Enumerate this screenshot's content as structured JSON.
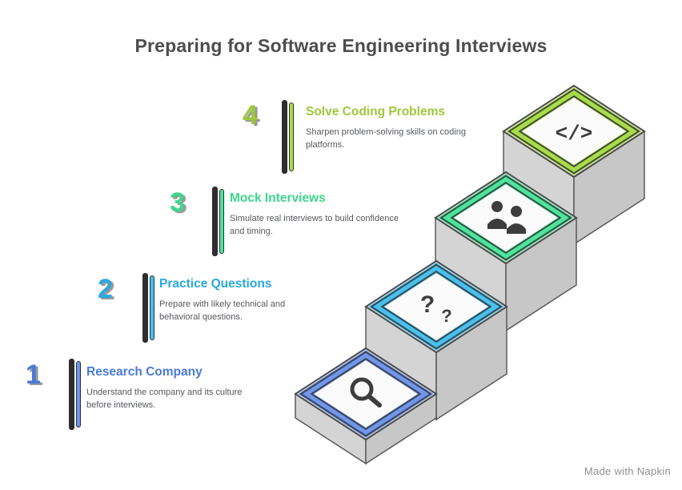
{
  "title": "Preparing for Software Engineering Interviews",
  "watermark": "Made with Napkin",
  "steps": [
    {
      "number": "1",
      "label": "Research Company",
      "description": "Understand the company and its culture before interviews.",
      "accent": "#4a7bd4",
      "ring": "#6e96f0",
      "icon": "magnifier-icon"
    },
    {
      "number": "2",
      "label": "Practice Questions",
      "description": "Prepare with likely technical and behavioral questions.",
      "accent": "#29a8e0",
      "ring": "#45c0f0",
      "icon": "question-icon"
    },
    {
      "number": "3",
      "label": "Mock Interviews",
      "description": "Simulate real interviews to build confidence and timing.",
      "accent": "#3dd68c",
      "ring": "#4ae59c",
      "icon": "people-icon"
    },
    {
      "number": "4",
      "label": "Solve Coding Problems",
      "description": "Sharpen problem-solving skills on coding platforms.",
      "accent": "#9cc83a",
      "ring": "#a8dc46",
      "icon": "code-icon"
    }
  ]
}
